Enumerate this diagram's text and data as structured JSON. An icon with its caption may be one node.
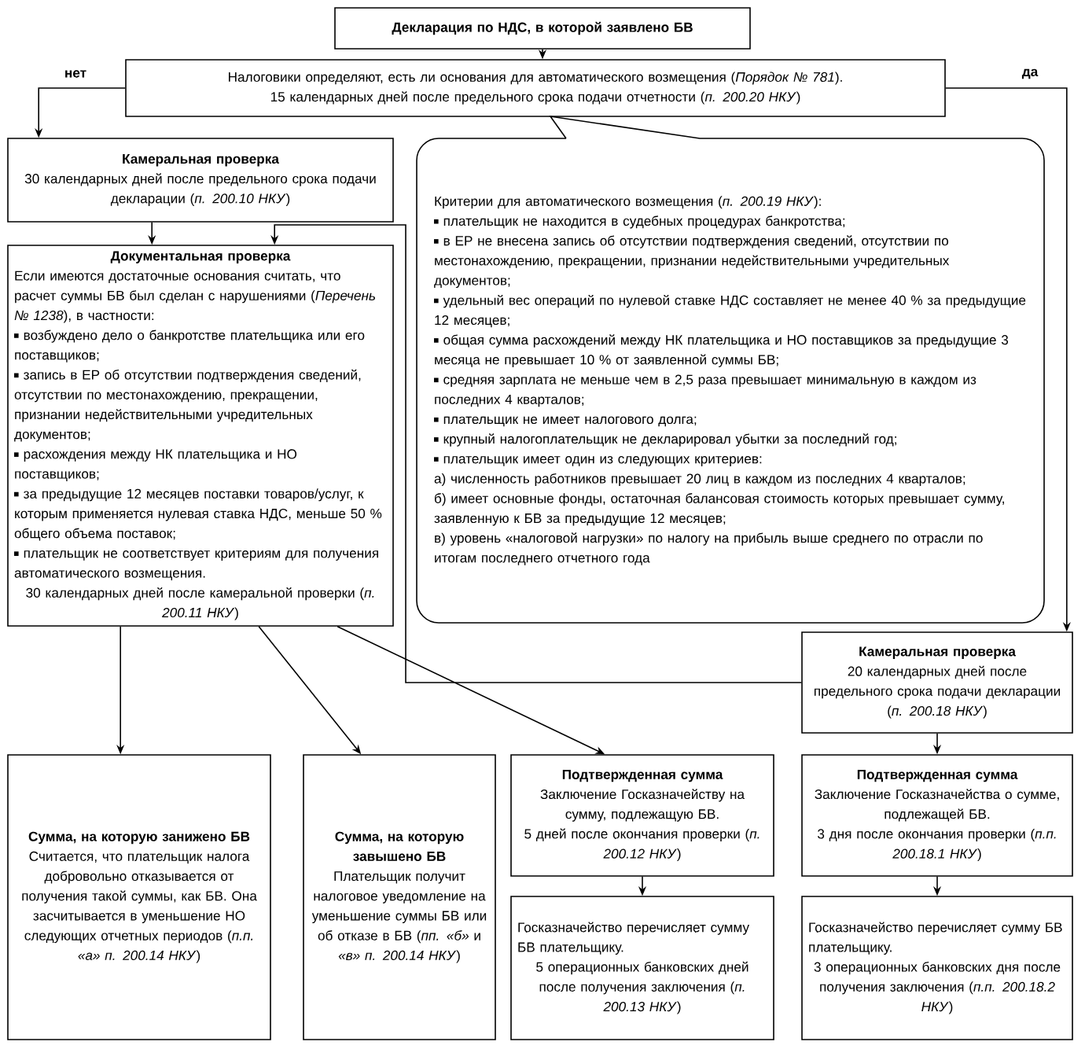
{
  "diagram": {
    "nodes": [
      {
        "text": [
          "Декларация по НДС, в которой заявлено БВ"
        ]
      },
      {
        "text": [
          "Налоговики определяют, есть ли основания для автоматического возмещения (*Порядок № 781*).",
          "15 календарных дней после предельного срока подачи отчетности (*п. 200.20 НКУ*)"
        ]
      },
      {
        "text": [
          "Камеральная проверка",
          "30 календарных дней после предельного срока подачи декларации (*п. 200.10 НКУ*)"
        ]
      },
      {
        "text": [
          "Критерии для автоматического возмещения (*п. 200.19 НКУ*):",
          "плательщик не находится в судебных процедурах банкротства;",
          "в ЕР не внесена запись об отсутствии подтверждения сведений, отсутствии по местонахождению, прекращении, признании недействительными учредительных документов;",
          "удельный вес операций по нулевой ставке НДС составляет не менее 40 % за предыдущие 12 месяцев;",
          "общая сумма расхождений между НК плательщика и НО поставщиков за предыдущие 3 месяца не превышает 10 % от заявленной суммы БВ;",
          "средняя зарплата не меньше чем в 2,5 раза превышает минимальную в каждом из последних 4 кварталов;",
          "плательщик не имеет налогового долга;",
          "крупный налогоплательщик не декларировал убытки за последний год;",
          "плательщик имеет один из следующих критериев:",
          "а) численность работников превышает 20 лиц в каждом из последних 4 кварталов;",
          "б) имеет основные фонды, остаточная балансовая стоимость которых превышает сумму, заявленную к БВ за предыдущие 12 месяцев;",
          "в) уровень «налоговой нагрузки» по налогу на прибыль выше среднего по отрасли по итогам последнего отчетного года"
        ]
      },
      {
        "text": [
          "Документальная проверка",
          "Если имеются достаточные основания считать, что расчет суммы БВ был сделан с нарушениями (*Перечень № 1238*), в частности:",
          "возбуждено дело о банкротстве плательщика или его поставщиков;",
          "запись в ЕР об отсутствии подтверждения сведений, отсутствии по местонахождению, прекращении, признании недействительными учредительных документов;",
          "расхождения между НК плательщика и НО поставщиков;",
          "за предыдущие 12 месяцев поставки товаров/услуг, к которым применяется нулевая ставка НДС, меньше 50 % общего объема поставок;",
          "плательщик не соответствует критериям для получения автоматического возмещения.",
          "30 календарных дней после камеральной проверки (*п. 200.11 НКУ*)"
        ]
      },
      {
        "text": [
          "Камеральная проверка",
          "20 календарных дней после предельного срока подачи декларации (*п. 200.18 НКУ*)"
        ]
      },
      {
        "text": [
          "Сумма, на которую занижено БВ",
          "Считается, что плательщик налога добровольно отказывается от получения такой суммы, как БВ. Она засчитывается в уменьшение НО следующих отчетных периодов (*п.п. «а» п. 200.14 НКУ*)"
        ]
      },
      {
        "text": [
          "Сумма, на которую завышено БВ",
          "Плательщик получит налоговое уведомление на уменьшение суммы БВ или об отказе в БВ (*пп. «б»* и *«в» п. 200.14 НКУ*)"
        ]
      },
      {
        "text": [
          "Подтвержденная сумма",
          "Заключение Госказначейству на сумму, подлежащую БВ.",
          "5 дней после окончания проверки (*п. 200.12 НКУ*)"
        ]
      },
      {
        "text": [
          "Подтвержденная сумма",
          "Заключение Госказначейства о сумме, подлежащей БВ.",
          "3 дня после окончания проверки (*п.п. 200.18.1 НКУ*)"
        ]
      },
      {
        "text": [
          "Госказначейство перечисляет сумму БВ плательщику.",
          "5 операционных банковских дней после получения заключения (*п. 200.13 НКУ*)"
        ]
      },
      {
        "text": [
          "Госказначейство перечисляет сумму БВ плательщику.",
          "3 операционных банковских дня после получения заключения (*п.п. 200.18.2 НКУ*)"
        ]
      }
    ],
    "edges": [
      {
        "from": 0,
        "to": 1,
        "arrow": "to"
      },
      {
        "from": 1,
        "to": 2,
        "arrow": "to",
        "label": "нет"
      },
      {
        "from": 1,
        "to": 5,
        "arrow": "to",
        "label": "да"
      },
      {
        "from": 2,
        "to": 4,
        "arrow": "to"
      },
      {
        "from": 5,
        "to": 4,
        "arrow": "to"
      },
      {
        "from": 4,
        "to": 6,
        "arrow": "to"
      },
      {
        "from": 4,
        "to": 7,
        "arrow": "to"
      },
      {
        "from": 4,
        "to": 8,
        "arrow": "to"
      },
      {
        "from": 5,
        "to": 9,
        "arrow": "to"
      },
      {
        "from": 8,
        "to": 10,
        "arrow": "to"
      },
      {
        "from": 9,
        "to": 11,
        "arrow": "to"
      }
    ]
  }
}
